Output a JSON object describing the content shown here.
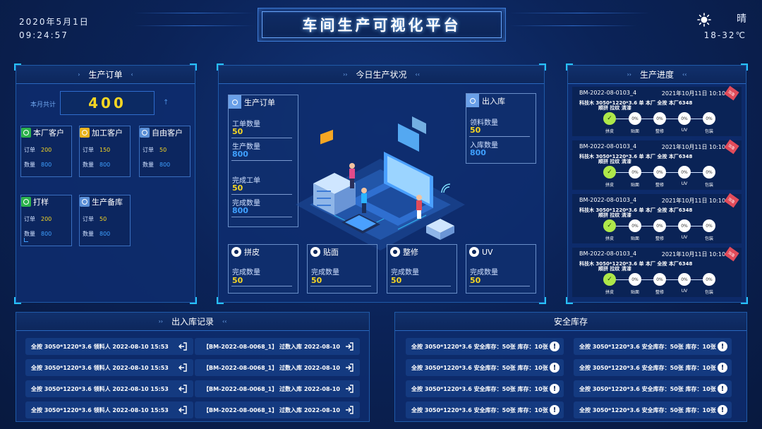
{
  "header": {
    "date": "2020年5月1日",
    "time": "09:24:57",
    "title": "车间生产可视化平台",
    "weather": "晴",
    "temperature": "18-32℃",
    "sun_icon": "sun-icon"
  },
  "order_panel": {
    "title": "生产订单",
    "monthly_label": "本月共计",
    "monthly_total": "400",
    "trend_icon": "up-arrow-icon",
    "customers": [
      {
        "name": "本厂客户",
        "order_label": "订单",
        "order": "200",
        "qty_label": "数量",
        "qty": "800",
        "color": "#2bb24c"
      },
      {
        "name": "加工客户",
        "order_label": "订单",
        "order": "150",
        "qty_label": "数量",
        "qty": "800",
        "color": "#e8b21e"
      },
      {
        "name": "自由客户",
        "order_label": "订单",
        "order": "50",
        "qty_label": "数量",
        "qty": "800",
        "color": "#5b8fd6"
      },
      {
        "name": "打样",
        "order_label": "订单",
        "order": "200",
        "qty_label": "数量",
        "qty": "800",
        "color": "#2bb24c"
      },
      {
        "name": "生产备库",
        "order_label": "订单",
        "order": "50",
        "qty_label": "数量",
        "qty": "800",
        "color": "#5b8fd6"
      }
    ]
  },
  "today_panel": {
    "title": "今日生产状况",
    "order_box": {
      "title": "生产订单",
      "work_qty_label": "工单数量",
      "work_qty": "50",
      "prod_qty_label": "生产数量",
      "prod_qty": "800",
      "done_work_label": "完成工单",
      "done_work": "50",
      "done_qty_label": "完成数量",
      "done_qty": "800"
    },
    "stock_box": {
      "title": "出入库",
      "pick_label": "领料数量",
      "pick": "50",
      "in_label": "入库数量",
      "in": "800"
    },
    "processes": [
      {
        "name": "拼皮",
        "label": "完成数量",
        "value": "50"
      },
      {
        "name": "贴面",
        "label": "完成数量",
        "value": "50"
      },
      {
        "name": "整修",
        "label": "完成数量",
        "value": "50"
      },
      {
        "name": "UV",
        "label": "完成数量",
        "value": "50"
      }
    ]
  },
  "progress_panel": {
    "title": "生产进度",
    "items": [
      {
        "code": "BM-2022-08-0103_4",
        "date": "2021年10月11日  10:10:10",
        "detail": "科技木  3050*1220*3.6  单  本厂  全按  本厂6348",
        "sub": "顺拼  拉纹  清漆",
        "stamp": "加急"
      },
      {
        "code": "BM-2022-08-0103_4",
        "date": "2021年10月11日  10:10:10",
        "detail": "科技木  3050*1220*3.6  单  本厂  全按  本厂6348",
        "sub": "顺拼  拉纹  清漆",
        "stamp": "加急"
      },
      {
        "code": "BM-2022-08-0103_4",
        "date": "2021年10月11日  10:10:10",
        "detail": "科技木  3050*1220*3.6  单  本厂  全按  本厂6348",
        "sub": "顺拼  拉纹  清漆",
        "stamp": "加急"
      },
      {
        "code": "BM-2022-08-0103_4",
        "date": "2021年10月11日  10:10:10",
        "detail": "科技木  3050*1220*3.6  单  本厂  全按  本厂6348",
        "sub": "顺拼  拉纹  清漆",
        "stamp": "加急"
      }
    ],
    "steps": [
      {
        "label": "拼皮",
        "value": "✓",
        "done": true
      },
      {
        "label": "贴面",
        "value": "0%",
        "done": false
      },
      {
        "label": "整修",
        "value": "0%",
        "done": false
      },
      {
        "label": "UV",
        "value": "0%",
        "done": false
      },
      {
        "label": "包装",
        "value": "0%",
        "done": false
      }
    ]
  },
  "records_panel": {
    "title": "出入库记录",
    "left": [
      "全按  3050*1220*3.6  领料人  2022-08-10 15:53",
      "全按  3050*1220*3.6  领料人  2022-08-10 15:53",
      "全按  3050*1220*3.6  领料人  2022-08-10 15:53",
      "全按  3050*1220*3.6  领料人  2022-08-10 15:53"
    ],
    "right": [
      "【BM-2022-08-0068_1】  过数入库  2022-08-10",
      "【BM-2022-08-0068_1】  过数入库  2022-08-10",
      "【BM-2022-08-0068_1】  过数入库  2022-08-10",
      "【BM-2022-08-0068_1】  过数入库  2022-08-10"
    ]
  },
  "safety_panel": {
    "title": "安全库存",
    "rows": [
      "全按  3050*1220*3.6  安全库存：50张  库存：10张",
      "全按  3050*1220*3.6  安全库存：50张  库存：10张",
      "全按  3050*1220*3.6  安全库存：50张  库存：10张",
      "全按  3050*1220*3.6  安全库存：50张  库存：10张",
      "全按  3050*1220*3.6  安全库存：50张  库存：10张",
      "全按  3050*1220*3.6  安全库存：50张  库存：10张",
      "全按  3050*1220*3.6  安全库存：50张  库存：10张",
      "全按  3050*1220*3.6  安全库存：50张  库存：10张"
    ]
  }
}
